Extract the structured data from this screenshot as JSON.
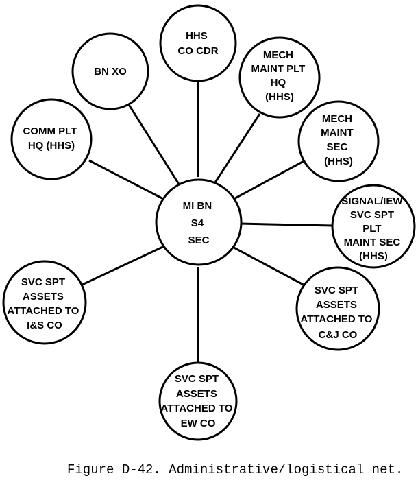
{
  "center": {
    "lines": [
      "MI BN",
      "S4",
      "SEC"
    ]
  },
  "nodes": [
    {
      "id": "hhs-co-cdr",
      "lines": [
        "HHS",
        "CO CDR"
      ]
    },
    {
      "id": "bn-xo",
      "lines": [
        "BN XO"
      ]
    },
    {
      "id": "mech-maint-plt-hq",
      "lines": [
        "MECH",
        "MAINT PLT",
        "HQ",
        "(HHS)"
      ]
    },
    {
      "id": "comm-plt-hq",
      "lines": [
        "COMM PLT",
        "HQ (HHS)"
      ]
    },
    {
      "id": "mech-maint-sec",
      "lines": [
        "MECH",
        "MAINT",
        "SEC",
        "(HHS)"
      ]
    },
    {
      "id": "signal-iew-svc-spt",
      "lines": [
        "SIGNAL/IEW",
        "SVC SPT",
        "PLT",
        "MAINT SEC",
        "(HHS)"
      ]
    },
    {
      "id": "svc-spt-is-co",
      "lines": [
        "SVC SPT",
        "ASSETS",
        "ATTACHED TO",
        "I&S CO"
      ]
    },
    {
      "id": "svc-spt-cj-co",
      "lines": [
        "SVC SPT",
        "ASSETS",
        "ATTACHED TO",
        "C&J CO"
      ]
    },
    {
      "id": "svc-spt-ew-co",
      "lines": [
        "SVC SPT",
        "ASSETS",
        "ATTACHED TO",
        "EW CO"
      ]
    }
  ],
  "caption": "Figure D-42. Administrative/logistical net."
}
